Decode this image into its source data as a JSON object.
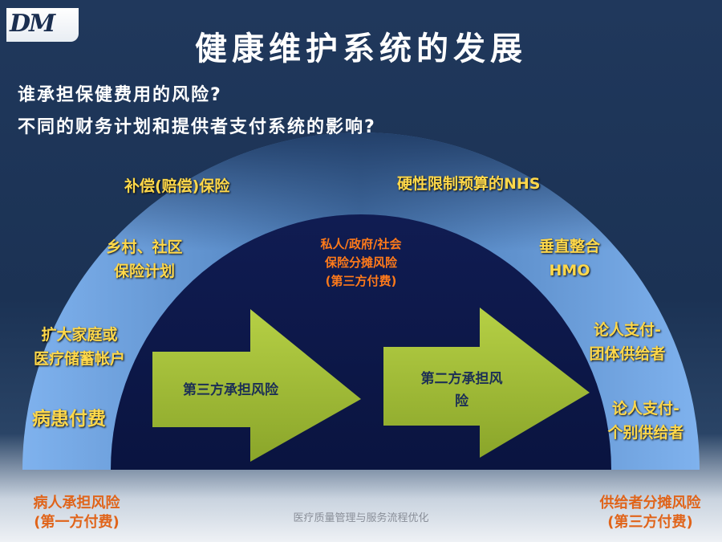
{
  "logo": {
    "text": "DM"
  },
  "title": "健康维护系统的发展",
  "questions": [
    "谁承担保健费用的风险?",
    "不同的财务计划和提供者支付系统的影响?"
  ],
  "arc_labels": {
    "left1": "补偿(赔偿)保险",
    "left2_line1": "乡村、社区",
    "left2_line2": "保险计划",
    "left3_line1": "扩大家庭或",
    "left3_line2": "医疗储蓄帐户",
    "left4": "病患付费",
    "right1": "硬性限制预算的NHS",
    "right2_line1": "垂直整合",
    "right2_line2": "HMO",
    "right3_line1": "论人支付-",
    "right3_line2": "团体供给者",
    "right4_line1": "论人支付-",
    "right4_line2": "个别供给者"
  },
  "center_label": {
    "line1": "私人/政府/社会",
    "line2": "保险分摊风险",
    "line3": "(第三方付费)"
  },
  "arrows": {
    "left": "第三方承担风险",
    "right_line1": "第二方承担风",
    "right_line2": "险"
  },
  "bottom_left": {
    "line1": "病人承担风险",
    "line2": "(第一方付费)"
  },
  "bottom_right": {
    "line1": "供给者分摊风险",
    "line2": "(第三方付费)"
  },
  "footer": "医疗质量管理与服务流程优化",
  "colors": {
    "background": "#1d3457",
    "arc_outer": "#5f94d2",
    "arc_inner": "#0e1a4d",
    "arrow_green": "#a6c23a",
    "label_yellow": "#ffd84a",
    "label_orange": "#ff7a1a"
  }
}
